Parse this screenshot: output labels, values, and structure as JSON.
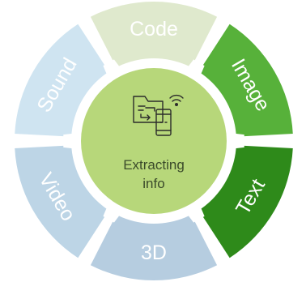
{
  "center": {
    "line1": "Extracting",
    "line2": "info",
    "icon": "file-transfer-device-icon",
    "color": "#b7d77a"
  },
  "segments": [
    {
      "id": "code",
      "label": "Code",
      "color": "#dfe9cd"
    },
    {
      "id": "image",
      "label": "Image",
      "color": "#57b13a"
    },
    {
      "id": "text",
      "label": "Text",
      "color": "#2e8a1a"
    },
    {
      "id": "3d",
      "label": "3D",
      "color": "#b6cde0"
    },
    {
      "id": "video",
      "label": "Video",
      "color": "#bdd5e6"
    },
    {
      "id": "sound",
      "label": "Sound",
      "color": "#cfe4f1"
    }
  ]
}
